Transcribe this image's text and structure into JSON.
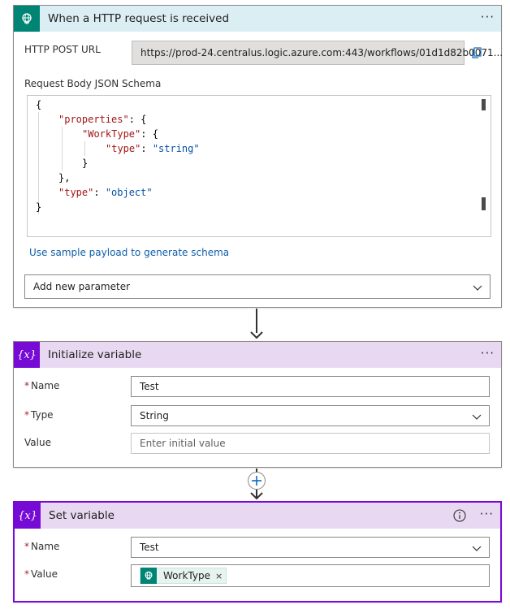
{
  "http_trigger": {
    "title": "When a HTTP request is received",
    "more": "···",
    "url_label": "HTTP POST URL",
    "url_value": "https://prod-24.centralus.logic.azure.com:443/workflows/01d1d82b0071...",
    "schema_label": "Request Body JSON Schema",
    "schema_lines": {
      "l1": "{",
      "l2_key": "\"properties\"",
      "l2_rest": ": {",
      "l3_key": "\"WorkType\"",
      "l3_rest": ": {",
      "l4_key": "\"type\"",
      "l4_sep": ": ",
      "l4_val": "\"string\"",
      "l5": "}",
      "l6": "},",
      "l7_key": "\"type\"",
      "l7_sep": ": ",
      "l7_val": "\"object\"",
      "l8": "}"
    },
    "sample_link": "Use sample payload to generate schema",
    "add_param": "Add new parameter",
    "colors": {
      "header_bg": "#dbeef3",
      "icon_bg": "#008575"
    }
  },
  "init_variable": {
    "title": "Initialize variable",
    "more": "···",
    "name_label": "Name",
    "name_value": "Test",
    "type_label": "Type",
    "type_value": "String",
    "value_label": "Value",
    "value_placeholder": "Enter initial value",
    "icon_text": "{x}",
    "colors": {
      "header_bg": "#e9d8f2",
      "icon_bg": "#770bd6"
    }
  },
  "set_variable": {
    "title": "Set variable",
    "more": "···",
    "name_label": "Name",
    "name_value": "Test",
    "value_label": "Value",
    "token_label": "WorkType",
    "token_remove": "×",
    "icon_text": "{x}",
    "colors": {
      "header_bg": "#e9d8f2",
      "border": "#770bd6"
    }
  },
  "required_mark": "*"
}
